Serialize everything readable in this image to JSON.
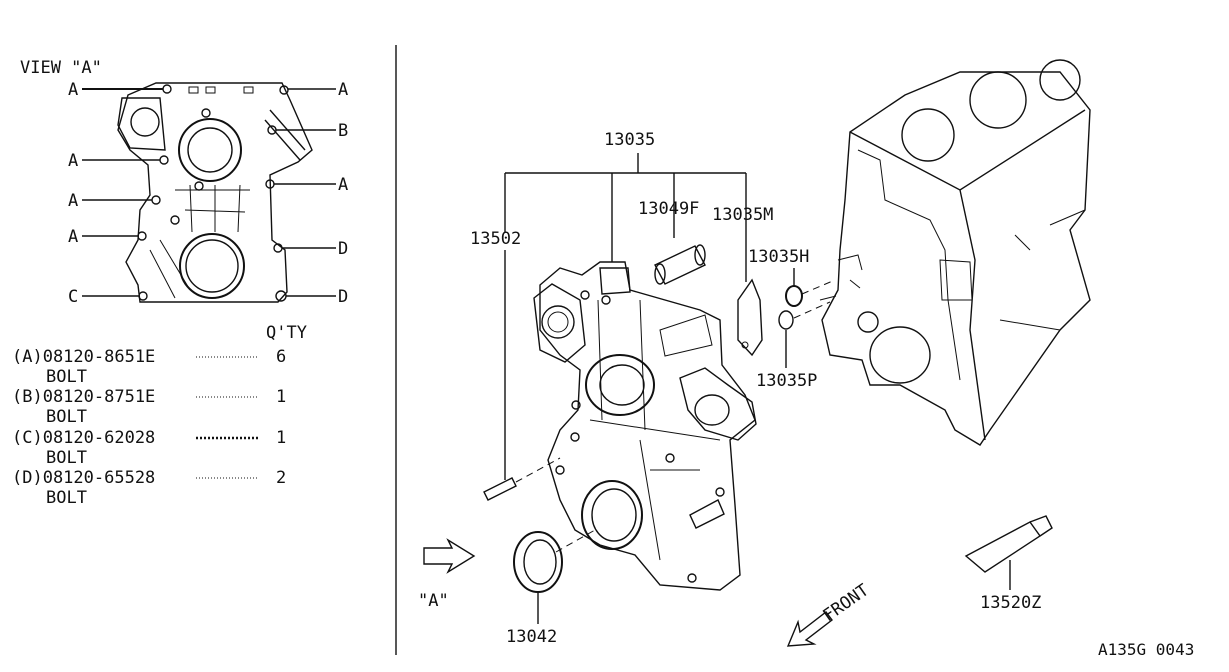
{
  "view_a": {
    "title": "VIEW \"A\"",
    "left_labels": [
      "A",
      "A",
      "A",
      "A",
      "C"
    ],
    "right_labels": [
      "A",
      "B",
      "A",
      "D",
      "D"
    ]
  },
  "qty_header": "Q'TY",
  "parts_list": [
    {
      "code": "(A)08120-8651E",
      "qty": "6",
      "name": "BOLT"
    },
    {
      "code": "(B)08120-8751E",
      "qty": "1",
      "name": "BOLT"
    },
    {
      "code": "(C)08120-62028",
      "qty": "1",
      "name": "BOLT"
    },
    {
      "code": "(D)08120-65528",
      "qty": "2",
      "name": "BOLT"
    }
  ],
  "callouts": {
    "p13035": "13035",
    "p13502": "13502",
    "p13049F": "13049F",
    "p13035M": "13035M",
    "p13035H": "13035H",
    "p13035P": "13035P",
    "p13042": "13042",
    "p13520Z": "13520Z",
    "view_marker": "\"A\"",
    "front": "FRONT"
  },
  "footer_code": "A135G 0043"
}
